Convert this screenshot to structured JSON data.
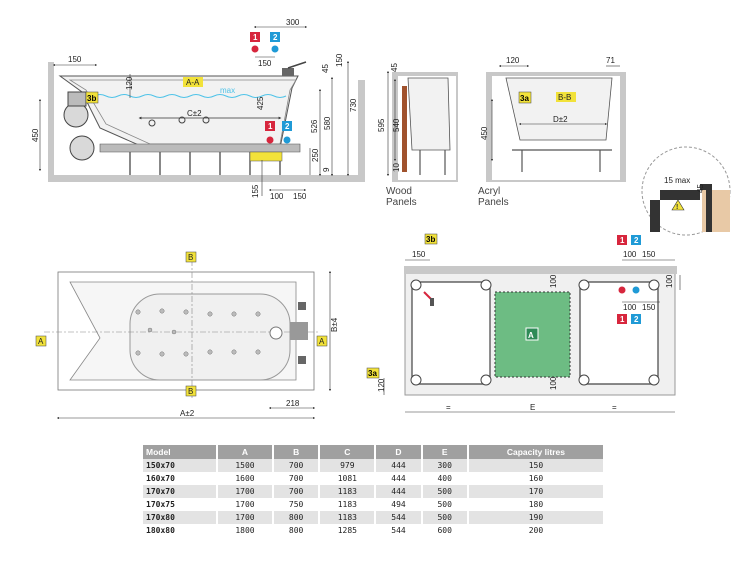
{
  "side_section": {
    "dims": {
      "d150": "150",
      "d300": "300",
      "d150b": "150",
      "d150c": "150",
      "d45": "45",
      "d120": "120",
      "d425": "425",
      "d526": "526",
      "d580": "580",
      "d730": "730",
      "d250": "250",
      "d9": "9",
      "d155": "155",
      "d100": "100",
      "d150d": "150",
      "d450": "450"
    },
    "section_label": "A-A",
    "max_label": "max",
    "c_label": "C±2"
  },
  "wood_panels": {
    "d45": "45",
    "d595": "595",
    "d540": "540",
    "d10": "10",
    "label_line1": "Wood",
    "label_line2": "Panels"
  },
  "acryl_panels": {
    "d120": "120",
    "d71": "71",
    "section_label": "B-B",
    "d450": "450",
    "d_label": "D±2",
    "label_line1": "Acryl",
    "label_line2": "Panels"
  },
  "detail": {
    "d15max": "15 max",
    "d45": "45"
  },
  "tags": {
    "t1": "1",
    "t2": "2",
    "t3a": "3a",
    "t3b": "3b",
    "tA": "A",
    "tB": "B"
  },
  "top_view": {
    "d218": "218",
    "a_label": "A±2",
    "b_label": "B±4"
  },
  "frame_view": {
    "d150a": "150",
    "d100": "100",
    "d150b": "150",
    "d100b": "100",
    "d100c": "100",
    "d100d": "100",
    "d150c": "150",
    "d120": "120",
    "d100e": "100",
    "eq1": "=",
    "e_label": "E",
    "eq2": "="
  },
  "colors": {
    "red": "#d7263d",
    "blue": "#1f9ad6",
    "yellow": "#f2e23a",
    "green": "#4caf68",
    "floor": "#c8c8c8",
    "wood": "#a0522d",
    "water": "#4fc3e8"
  },
  "table": {
    "headers": [
      "Model",
      "A",
      "B",
      "C",
      "D",
      "E",
      "Capacity litres"
    ],
    "rows": [
      [
        "150x70",
        "1500",
        "700",
        "979",
        "444",
        "300",
        "150"
      ],
      [
        "160x70",
        "1600",
        "700",
        "1081",
        "444",
        "400",
        "160"
      ],
      [
        "170x70",
        "1700",
        "700",
        "1183",
        "444",
        "500",
        "170"
      ],
      [
        "170x75",
        "1700",
        "750",
        "1183",
        "494",
        "500",
        "180"
      ],
      [
        "170x80",
        "1700",
        "800",
        "1183",
        "544",
        "500",
        "190"
      ],
      [
        "180x80",
        "1800",
        "800",
        "1285",
        "544",
        "600",
        "200"
      ]
    ]
  }
}
